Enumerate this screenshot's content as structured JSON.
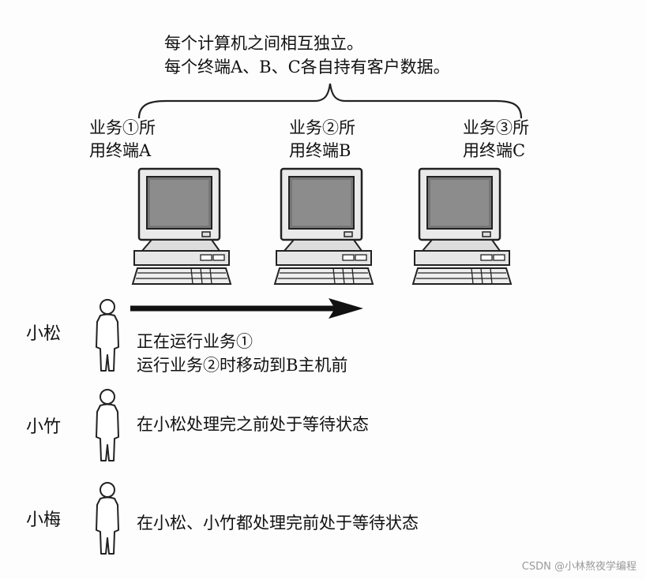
{
  "header": {
    "line1": "每个计算机之间相互独立。",
    "line2": "每个终端A、B、C各自持有客户数据。"
  },
  "terminals": [
    {
      "line1": "业务①所",
      "line2": "用终端A"
    },
    {
      "line1": "业务②所",
      "line2": "用终端B"
    },
    {
      "line1": "业务③所",
      "line2": "用终端C"
    }
  ],
  "people": [
    {
      "name": "小松",
      "line1": "正在运行业务①",
      "line2": "运行业务②时移动到B主机前"
    },
    {
      "name": "小竹",
      "line1": "在小松处理完之前处于等待状态"
    },
    {
      "name": "小梅",
      "line1": "在小松、小竹都处理完前处于等待状态"
    }
  ],
  "watermark": "CSDN @小林熬夜学编程"
}
